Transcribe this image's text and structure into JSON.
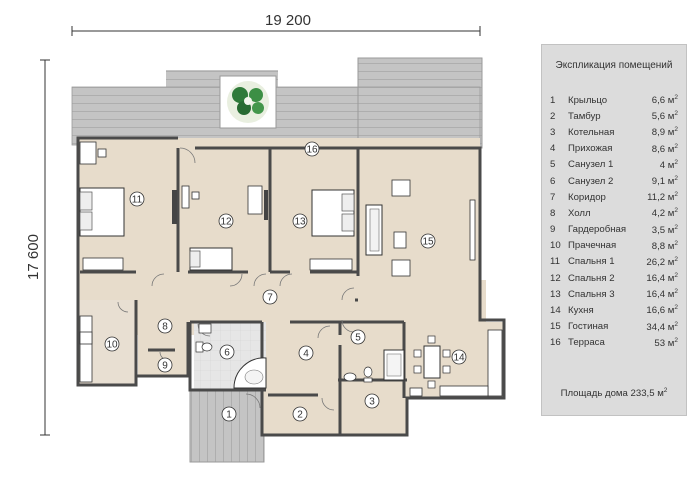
{
  "dimensions": {
    "width_label": "19 200",
    "height_label": "17 600"
  },
  "legend": {
    "title": "Экспликация помещений",
    "unit": "м",
    "unit_power": "2",
    "rooms": [
      {
        "num": "1",
        "name": "Крыльцо",
        "area": "6,6"
      },
      {
        "num": "2",
        "name": "Тамбур",
        "area": "5,6"
      },
      {
        "num": "3",
        "name": "Котельная",
        "area": "8,9"
      },
      {
        "num": "4",
        "name": "Прихожая",
        "area": "8,6"
      },
      {
        "num": "5",
        "name": "Санузел 1",
        "area": "4"
      },
      {
        "num": "6",
        "name": "Санузел 2",
        "area": "9,1"
      },
      {
        "num": "7",
        "name": "Коридор",
        "area": "11,2"
      },
      {
        "num": "8",
        "name": "Холл",
        "area": "4,2"
      },
      {
        "num": "9",
        "name": "Гардеробная",
        "area": "3,5"
      },
      {
        "num": "10",
        "name": "Прачечная",
        "area": "8,8"
      },
      {
        "num": "11",
        "name": "Спальня 1",
        "area": "26,2"
      },
      {
        "num": "12",
        "name": "Спальня 2",
        "area": "16,4"
      },
      {
        "num": "13",
        "name": "Спальня 3",
        "area": "16,4"
      },
      {
        "num": "14",
        "name": "Кухня",
        "area": "16,6"
      },
      {
        "num": "15",
        "name": "Гостиная",
        "area": "34,4"
      },
      {
        "num": "16",
        "name": "Терраса",
        "area": "53"
      }
    ],
    "total_label": "Площадь дома 233,5 м"
  },
  "markers": [
    "1",
    "2",
    "3",
    "4",
    "5",
    "6",
    "7",
    "8",
    "9",
    "10",
    "11",
    "12",
    "13",
    "14",
    "15",
    "16"
  ],
  "colors": {
    "floor": "#e7dccb",
    "deck": "#c2c2c2",
    "tile": "#e4e4e4",
    "wall": "#4a4a4a",
    "legend_bg": "#dcdcdc"
  },
  "icons": [
    "tree-planter-icon",
    "bed-icon",
    "sofa-icon",
    "dining-table-icon",
    "bathtub-icon",
    "toilet-icon",
    "sink-icon"
  ]
}
